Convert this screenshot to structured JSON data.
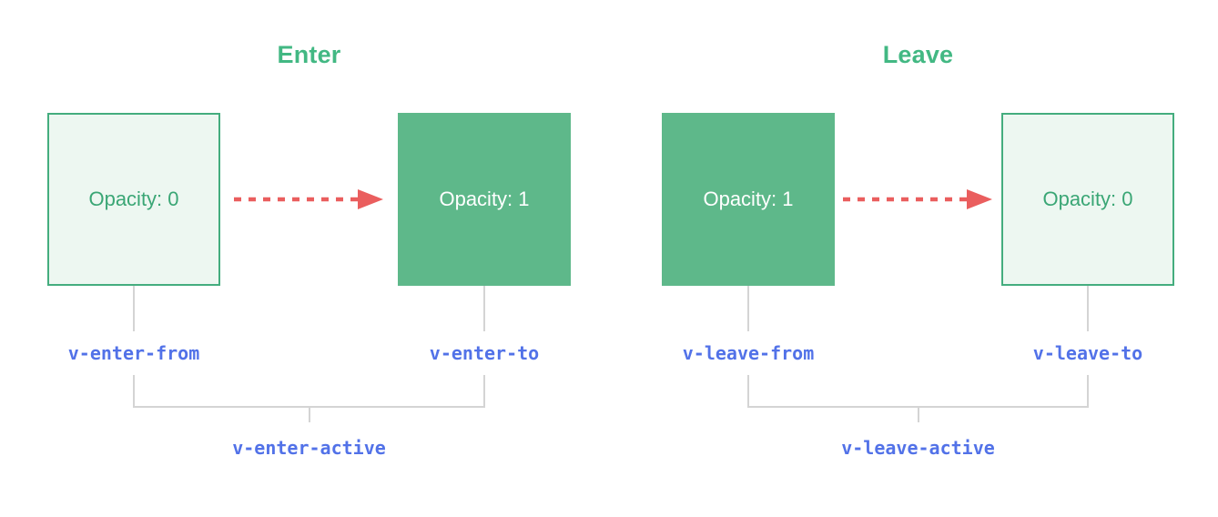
{
  "colors": {
    "green": "#42b883",
    "box_solid": "#5eb88a",
    "box_light_bg": "#edf7f1",
    "box_light_border": "#44ad7e",
    "box_light_text": "#3aa675",
    "arrow_red": "#ea5e5e",
    "code_blue": "#5272e8",
    "line_gray": "#d4d4d4"
  },
  "panels": [
    {
      "title": "Enter",
      "from_box_label": "Opacity: 0",
      "to_box_label": "Opacity: 1",
      "from_class": "v-enter-from",
      "to_class": "v-enter-to",
      "active_class": "v-enter-active"
    },
    {
      "title": "Leave",
      "from_box_label": "Opacity: 1",
      "to_box_label": "Opacity: 0",
      "from_class": "v-leave-from",
      "to_class": "v-leave-to",
      "active_class": "v-leave-active"
    }
  ]
}
